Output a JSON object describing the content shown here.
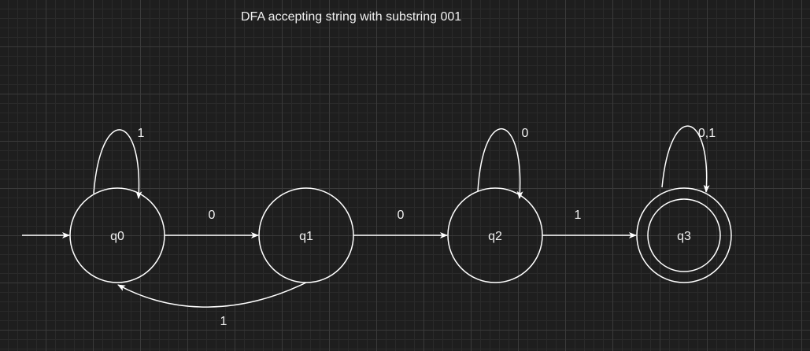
{
  "title": "DFA accepting string with substring 001",
  "colors": {
    "background": "#1e1e1e",
    "stroke": "#ffffff",
    "text": "#f0f0f0",
    "grid": "#3a3a3a"
  },
  "states": {
    "q0": "q0",
    "q1": "q1",
    "q2": "q2",
    "q3": "q3"
  },
  "transitions": {
    "q0_self": "1",
    "q0_q1": "0",
    "q1_q0": "1",
    "q1_q2": "0",
    "q2_self": "0",
    "q2_q3": "1",
    "q3_self": "0,1"
  }
}
